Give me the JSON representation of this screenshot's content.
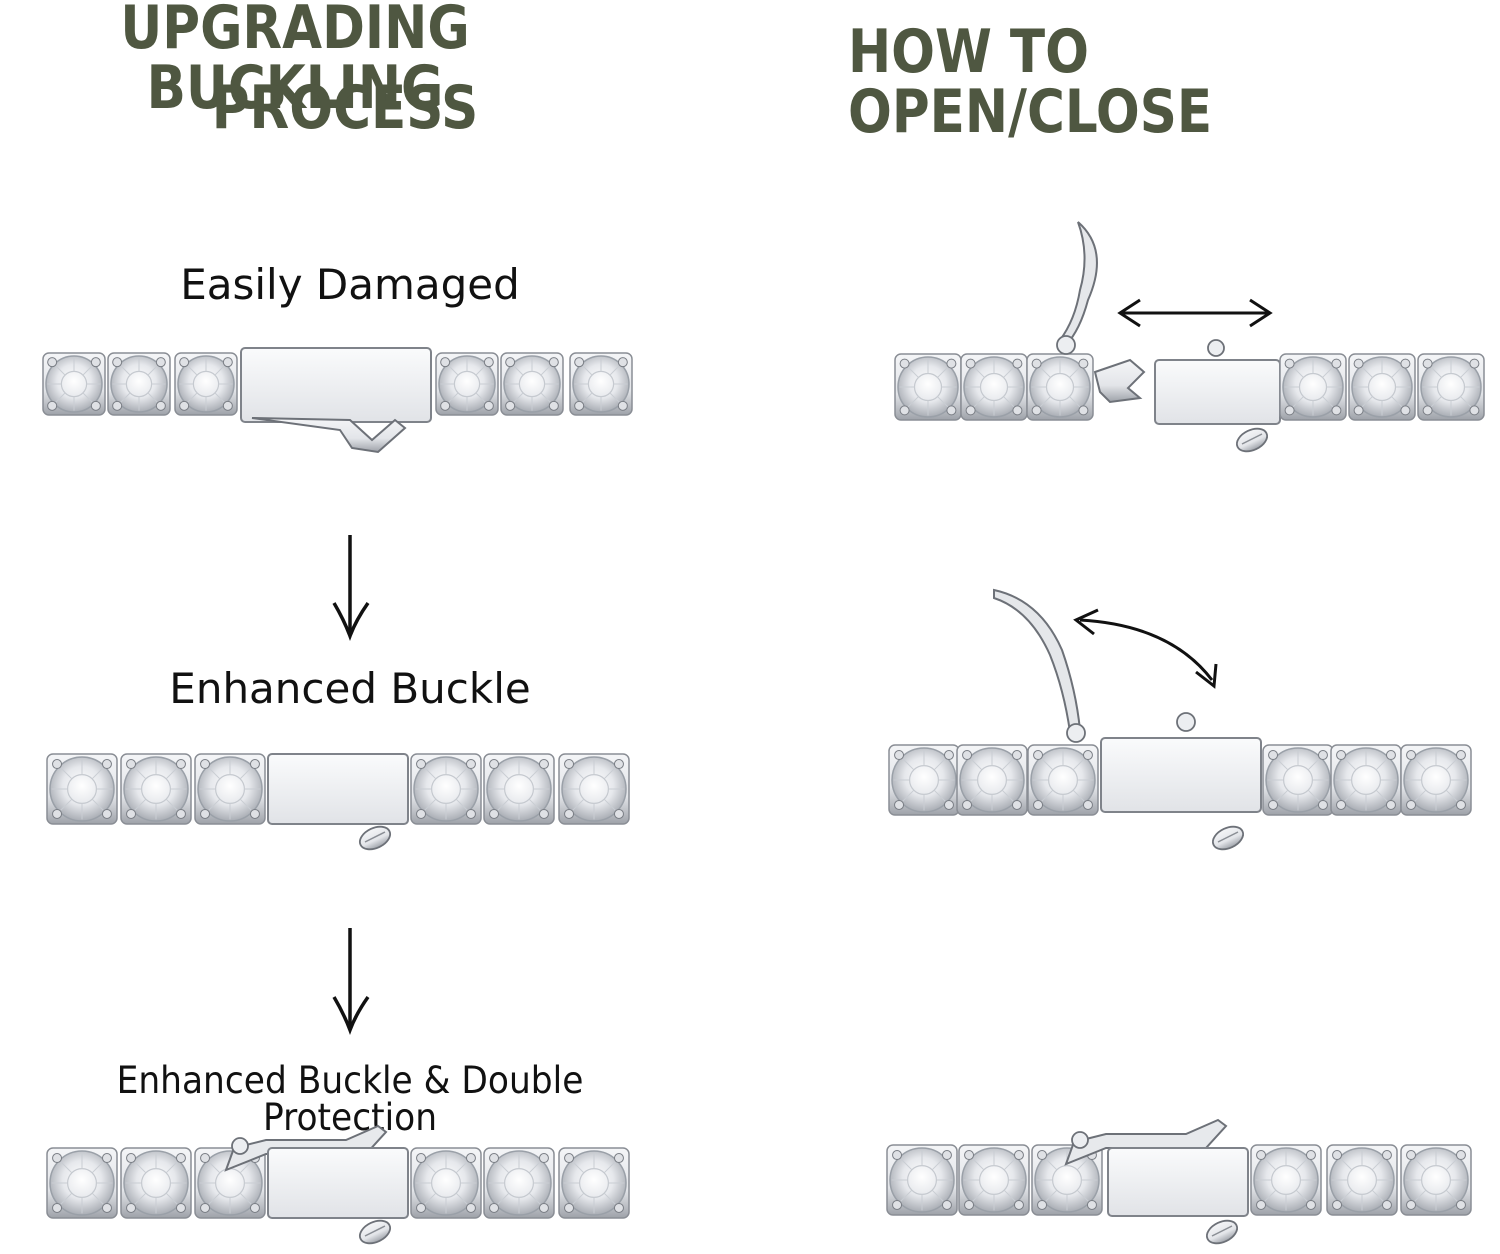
{
  "left_heading": {
    "line1": "UPGRADING BUCKLING",
    "line2": "PROCESS"
  },
  "right_heading": "HOW TO OPEN/CLOSE",
  "left_column": {
    "stage1_label": "Easily Damaged",
    "stage2_label": "Enhanced Buckle",
    "stage3_label": "Enhanced Buckle & Double Protection"
  },
  "colors": {
    "heading": "#4f5741",
    "label": "#111111",
    "metal": "#c9ccd1",
    "metal_dark": "#6d7178",
    "stone": "#eef0f3"
  },
  "icons": {
    "down_arrow": "down-arrow-icon",
    "double_arrow": "double-arrow-icon",
    "curved_double_arrow": "curved-double-arrow-icon"
  }
}
